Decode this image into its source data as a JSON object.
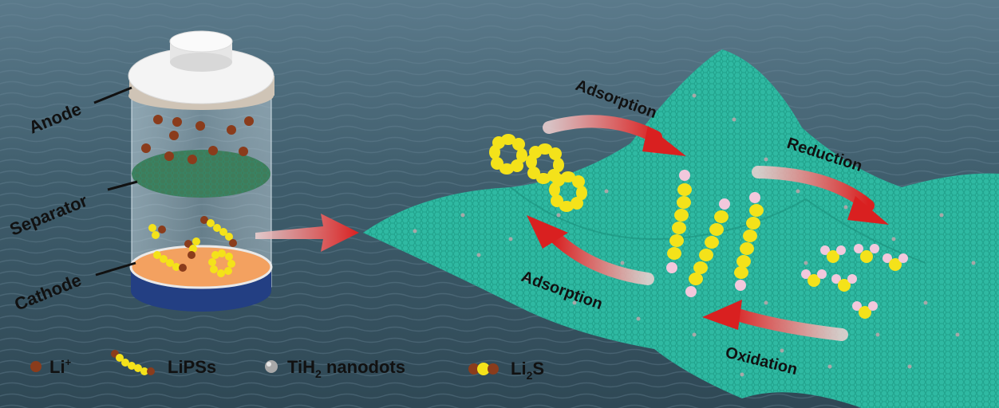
{
  "labels": {
    "anode": "Anode",
    "separator": "Separator",
    "cathode": "Cathode",
    "adsorption_top": "Adsorption",
    "adsorption_bottom": "Adsorption",
    "reduction": "Reduction",
    "oxidation": "Oxidation"
  },
  "legend": {
    "li_ion": {
      "base": "Li",
      "sup": "+"
    },
    "lipss": "LiPSs",
    "tih2": {
      "a": "TiH",
      "sub": "2",
      "b": " nanodots"
    },
    "li2s": {
      "a": "Li",
      "sub": "2",
      "b": "S"
    }
  },
  "colors": {
    "water": "#3e5a69",
    "lithium": "#8a3c1c",
    "sulfur": "#f4e21a",
    "lithium_terminal": "#f2c8dc",
    "graphene": "#2fb9a2",
    "tih2": "#a8a8a8",
    "cathode": "#f3a160",
    "separator": "#3f7c5a",
    "arrow": "#e03a3a"
  },
  "icons": {
    "arrow": "curved-red-arrow",
    "battery": "battery-cell-icon"
  }
}
